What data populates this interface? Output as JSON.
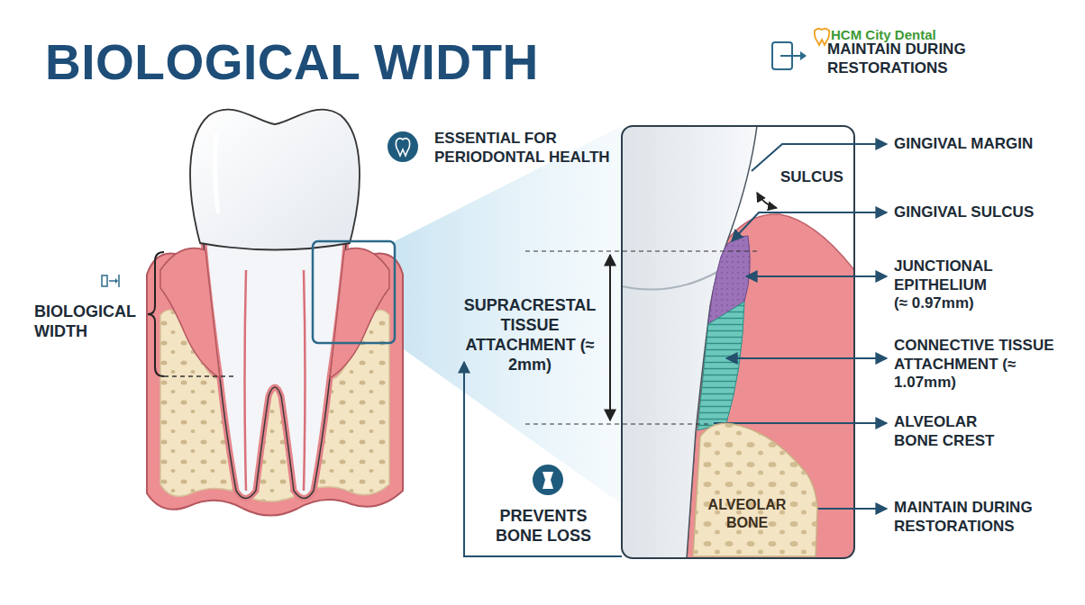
{
  "diagram": {
    "title": "BIOLOGICAL WIDTH",
    "nodes": [
      {
        "text": [
          "ALVEOLAR BONE"
        ]
      }
    ],
    "labels": [
      "HCM City Dental",
      "MAINTAIN DURING RESTORATIONS",
      "ESSENTIAL FOR PERIODONTAL HEALTH",
      "BIOLOGICAL WIDTH",
      "GINGIVAL MARGIN",
      "SULCUS",
      "GINGIVAL SULCUS",
      "SUPRACRESTAL TISSUE ATTACHMENT (≈ 2mm)",
      "JUNCTIONAL EPITHELIUM (≈ 0.97mm)",
      "CONNECTIVE TISSUE ATTACHMENT (≈ 1.07mm)",
      "ALVEOLAR BONE CREST",
      "MAINTAIN DURING RESTORATIONS",
      "PREVENTS BONE LOSS"
    ]
  }
}
